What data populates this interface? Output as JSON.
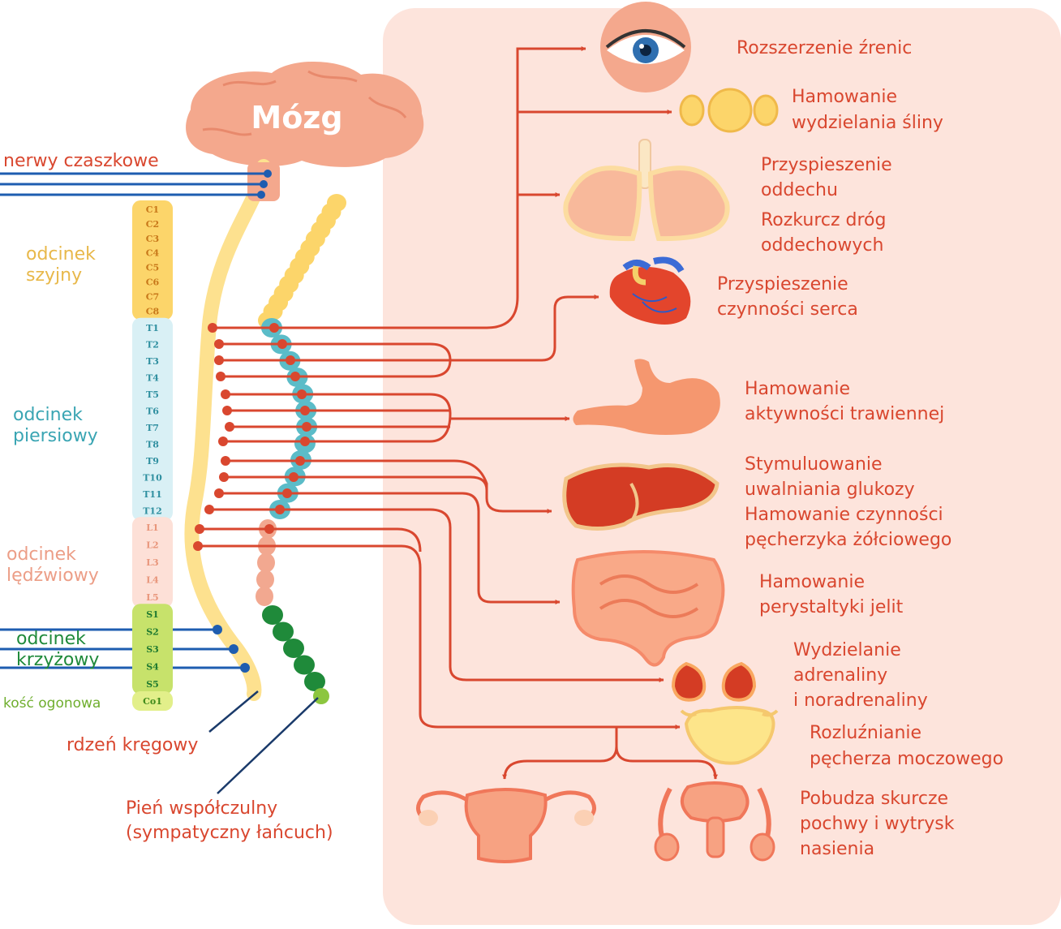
{
  "brain_label": "Mózg",
  "cranial_label": "nerwy czaszkowe",
  "regions": {
    "cervical": [
      "odcinek",
      "szyjny"
    ],
    "thoracic": [
      "odcinek",
      "piersiowy"
    ],
    "lumbar": [
      "odcinek",
      "lędźwiowy"
    ],
    "sacral": [
      "odcinek",
      "krzyżowy"
    ],
    "coccyx": "kość ogonowa"
  },
  "vertebrae": {
    "cervical": [
      "C1",
      "C2",
      "C3",
      "C4",
      "C5",
      "C6",
      "C7",
      "C8"
    ],
    "thoracic": [
      "T1",
      "T2",
      "T3",
      "T4",
      "T5",
      "T6",
      "T7",
      "T8",
      "T9",
      "T10",
      "T11",
      "T12"
    ],
    "lumbar": [
      "L1",
      "L2",
      "L3",
      "L4",
      "L5"
    ],
    "sacral": [
      "S1",
      "S2",
      "S3",
      "S4",
      "S5"
    ],
    "coccyx": [
      "Co1"
    ]
  },
  "spinal_cord_label": "rdzeń kręgowy",
  "trunk_label": [
    "Pień współczulny",
    "(sympatyczny łańcuch)"
  ],
  "effects": {
    "eye": [
      "Rozszerzenie źrenic"
    ],
    "saliva": [
      "Hamowanie",
      "wydzielania śliny"
    ],
    "breath": [
      "Przyspieszenie",
      "oddechu"
    ],
    "airways": [
      "Rozkurcz dróg",
      "oddechowych"
    ],
    "heart": [
      "Przyspieszenie",
      "czynności serca"
    ],
    "digestion": [
      "Hamowanie",
      "aktywności trawiennej"
    ],
    "glucose": [
      "Stymuluowanie",
      "uwalniania glukozy"
    ],
    "gallbladder": [
      "Hamowanie czynności",
      "pęcherzyka żółciowego"
    ],
    "peristalsis": [
      "Hamowanie",
      "perystaltyki jelit"
    ],
    "adrenal": [
      "Wydzielanie",
      "adrenaliny",
      "i noradrenaliny"
    ],
    "bladder": [
      "Rozluźnianie",
      "pęcherza moczowego"
    ],
    "reproduction": [
      "Pobudza skurcze",
      "pochwy i wytrysk",
      "nasienia"
    ]
  },
  "colors": {
    "panel": "#fde4dc",
    "arrow": "#d9472f",
    "cranial": "#1e5db0",
    "cervical": "#fcd56a",
    "thoracic": "#5bbcc8",
    "lumbar": "#f2a890",
    "sacral": "#1f8a3a",
    "coccyx": "#8cc63f"
  }
}
